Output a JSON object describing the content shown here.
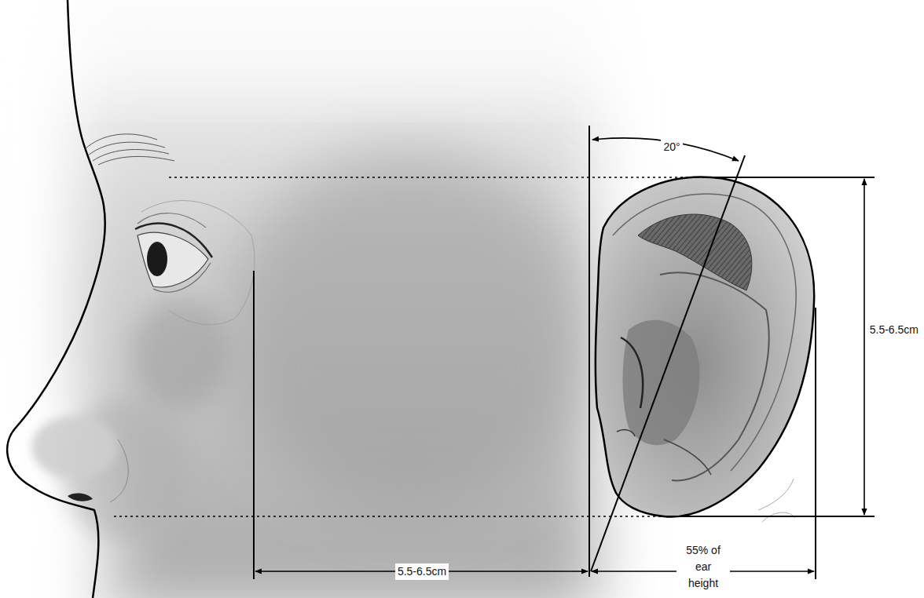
{
  "diagram": {
    "labels": [
      "20°",
      "5.5-6.5cm",
      "5.5-6.5cm",
      "55% of ear height"
    ]
  }
}
